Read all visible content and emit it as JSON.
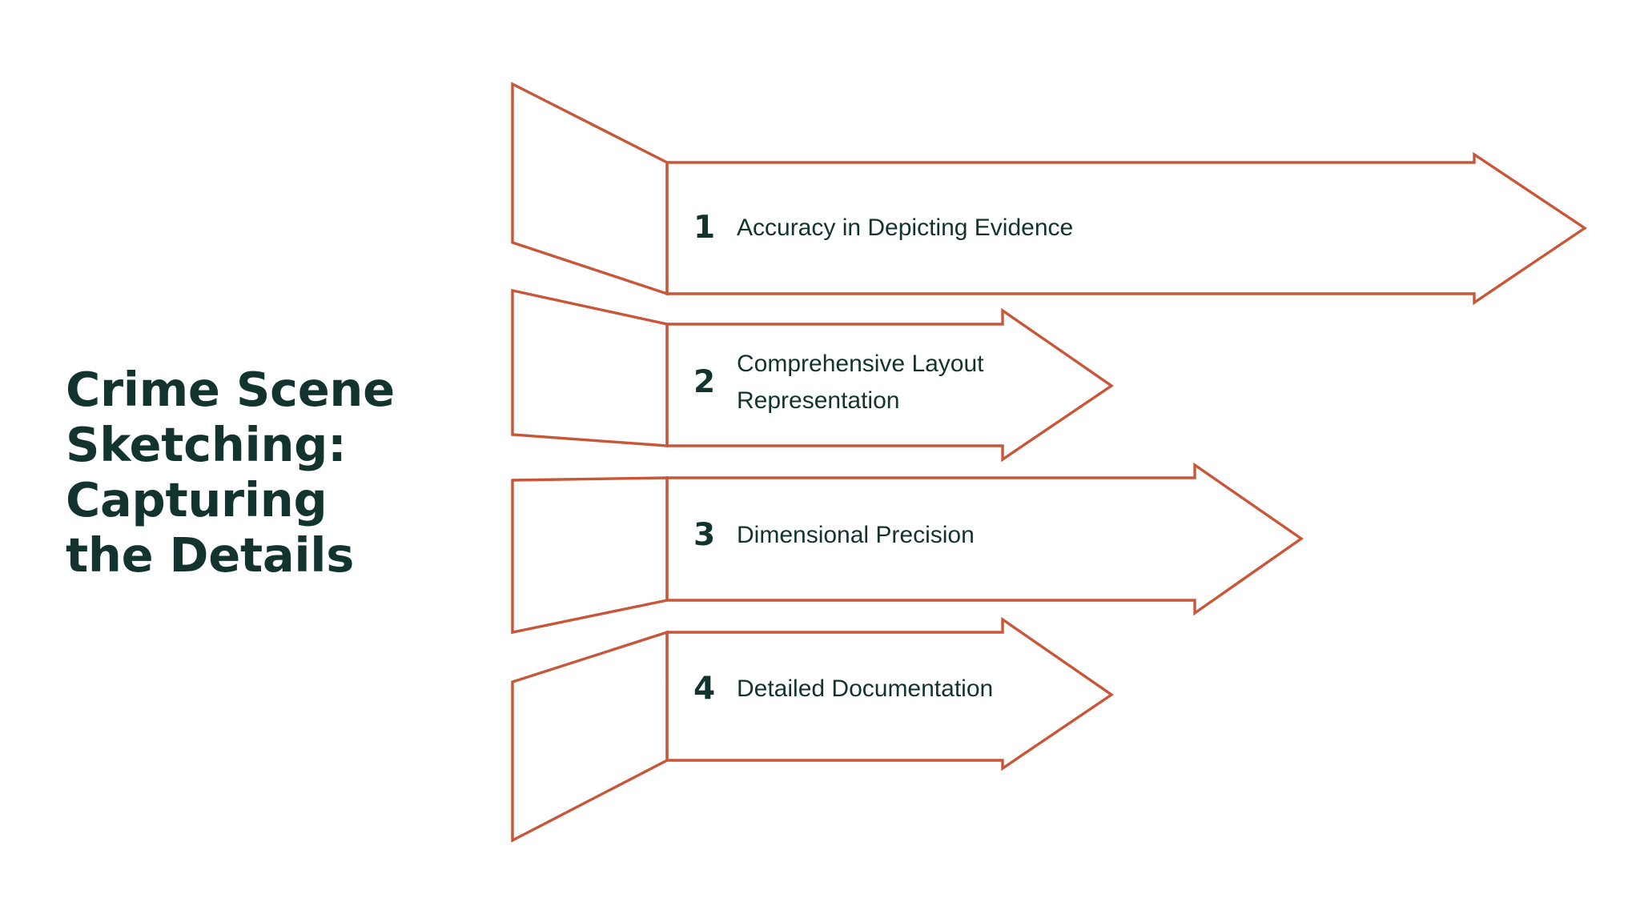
{
  "slide": {
    "background_color": "#FFFFFF",
    "accent_color": "#C8573A",
    "text_color": "#13332E"
  },
  "title": {
    "text": "Crime Scene Sketching: Capturing the Details"
  },
  "steps": [
    {
      "number": "1",
      "label": "Accuracy in Depicting Evidence"
    },
    {
      "number": "2",
      "label": "Comprehensive Layout\nRepresentation"
    },
    {
      "number": "3",
      "label": "Dimensional Precision"
    },
    {
      "number": "4",
      "label": "Detailed Documentation"
    }
  ],
  "chart_data": {
    "type": "diagram",
    "diagram_kind": "horizontal-arrow-list",
    "title": "Crime Scene Sketching: Capturing the Details",
    "orientation": "left-to-right",
    "item_count": 4,
    "items": [
      {
        "index": 1,
        "number": "1",
        "label": "Accuracy in Depicting Evidence",
        "arrow_length": "longest"
      },
      {
        "index": 2,
        "number": "2",
        "label": "Comprehensive Layout Representation",
        "arrow_length": "short"
      },
      {
        "index": 3,
        "number": "3",
        "label": "Dimensional Precision",
        "arrow_length": "medium"
      },
      {
        "index": 4,
        "number": "4",
        "label": "Detailed Documentation",
        "arrow_length": "short"
      }
    ],
    "stroke_color": "#C8573A",
    "text_color": "#13332E",
    "fill": "none",
    "legend": "none",
    "grid": false
  }
}
